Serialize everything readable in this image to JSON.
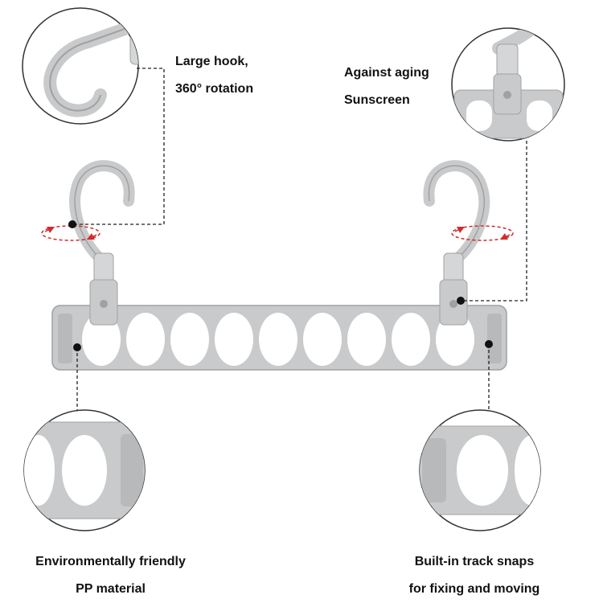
{
  "colors": {
    "plastic": "#c9cacb",
    "plastic_shadow": "#9fa1a3",
    "plastic_light": "#e2e3e4",
    "rotation_arrow": "#d22b2b",
    "leader_line": "#222222"
  },
  "callouts": {
    "hook": {
      "line1": "Large hook,",
      "line2": "360° rotation"
    },
    "aging": {
      "line1": "Against aging",
      "line2": "Sunscreen"
    },
    "material": {
      "line1": "Environmentally friendly",
      "line2": "PP material"
    },
    "track": {
      "line1": "Built-in track snaps",
      "line2": "for fixing and moving"
    }
  },
  "product": {
    "hole_count": 9,
    "hook_count": 2
  }
}
